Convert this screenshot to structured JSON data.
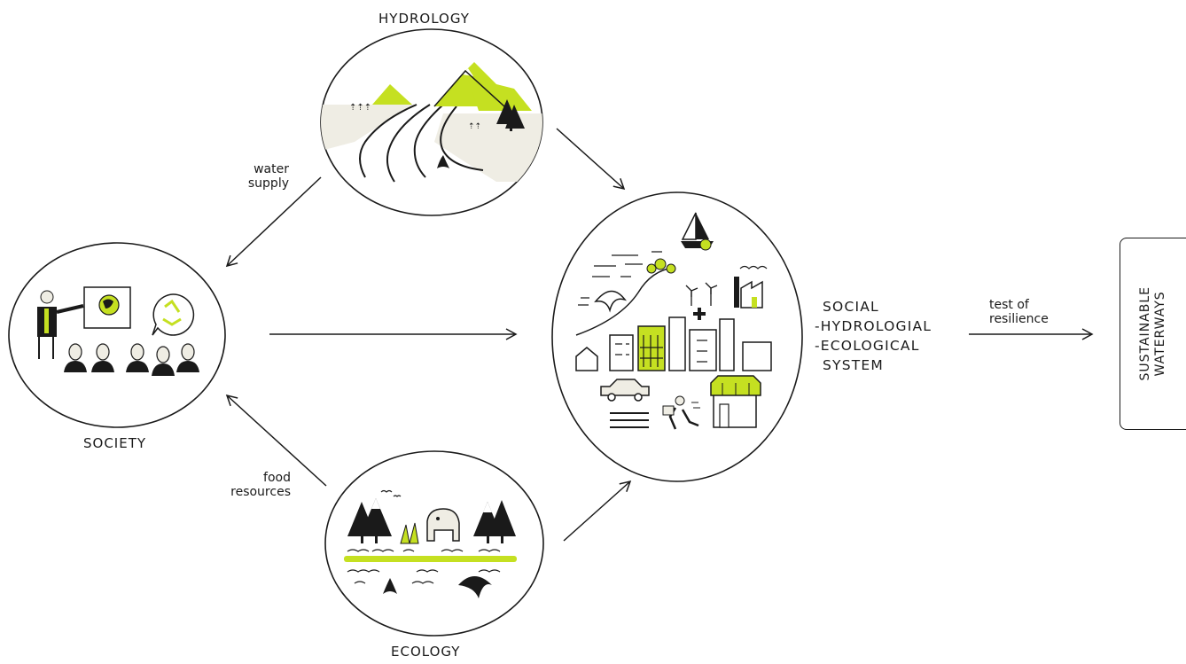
{
  "nodes": {
    "hydrology": "HYDROLOGY",
    "society": "SOCIETY",
    "ecology": "ECOLOGY"
  },
  "flows": {
    "water_supply": [
      "water",
      "supply"
    ],
    "food_resources": [
      "food",
      "resources"
    ],
    "resilience": [
      "test of",
      "resilience"
    ]
  },
  "system": [
    "SOCIAL",
    "-HYDROLOGIAL",
    "-ECOLOGICAL",
    "SYSTEM"
  ],
  "outcome": [
    "SUSTAINABLE",
    "WATERWAYS"
  ],
  "colors": {
    "accent": "#c5e021",
    "ink": "#1a1a1a",
    "sand": "#efede4"
  }
}
